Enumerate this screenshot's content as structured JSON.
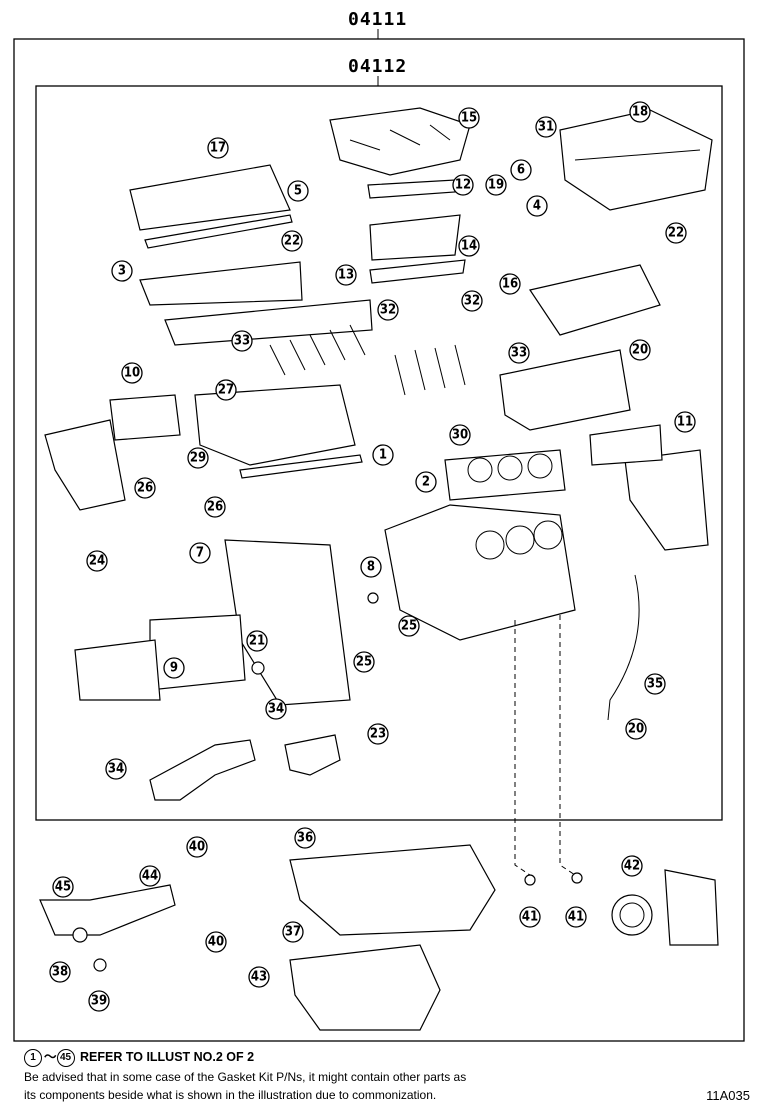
{
  "header": {
    "outer_kit_no": "04111",
    "inner_kit_no": "04112"
  },
  "callouts": [
    {
      "n": "1"
    },
    {
      "n": "2"
    },
    {
      "n": "3"
    },
    {
      "n": "4"
    },
    {
      "n": "5"
    },
    {
      "n": "6"
    },
    {
      "n": "7"
    },
    {
      "n": "8"
    },
    {
      "n": "9"
    },
    {
      "n": "10"
    },
    {
      "n": "11"
    },
    {
      "n": "12"
    },
    {
      "n": "13"
    },
    {
      "n": "14"
    },
    {
      "n": "15"
    },
    {
      "n": "16"
    },
    {
      "n": "17"
    },
    {
      "n": "18"
    },
    {
      "n": "19"
    },
    {
      "n": "20"
    },
    {
      "n": "20"
    },
    {
      "n": "21"
    },
    {
      "n": "22"
    },
    {
      "n": "22"
    },
    {
      "n": "23"
    },
    {
      "n": "24"
    },
    {
      "n": "25"
    },
    {
      "n": "25"
    },
    {
      "n": "26"
    },
    {
      "n": "26"
    },
    {
      "n": "27"
    },
    {
      "n": "29"
    },
    {
      "n": "30"
    },
    {
      "n": "31"
    },
    {
      "n": "32"
    },
    {
      "n": "32"
    },
    {
      "n": "33"
    },
    {
      "n": "33"
    },
    {
      "n": "34"
    },
    {
      "n": "34"
    },
    {
      "n": "35"
    },
    {
      "n": "36"
    },
    {
      "n": "37"
    },
    {
      "n": "38"
    },
    {
      "n": "39"
    },
    {
      "n": "40"
    },
    {
      "n": "40"
    },
    {
      "n": "41"
    },
    {
      "n": "41"
    },
    {
      "n": "42"
    },
    {
      "n": "43"
    },
    {
      "n": "44"
    },
    {
      "n": "45"
    }
  ],
  "footer": {
    "ref_start": "1",
    "ref_tilde": "～",
    "ref_end": "45",
    "ref_text": "REFER TO ILLUST NO.2 OF 2",
    "note_line1": "Be advised that in some case of the Gasket Kit P/Ns,  it might contain other parts as",
    "note_line2": "its components beside what is shown in the illustration due to commonization.",
    "illustration_no": "11A035"
  }
}
